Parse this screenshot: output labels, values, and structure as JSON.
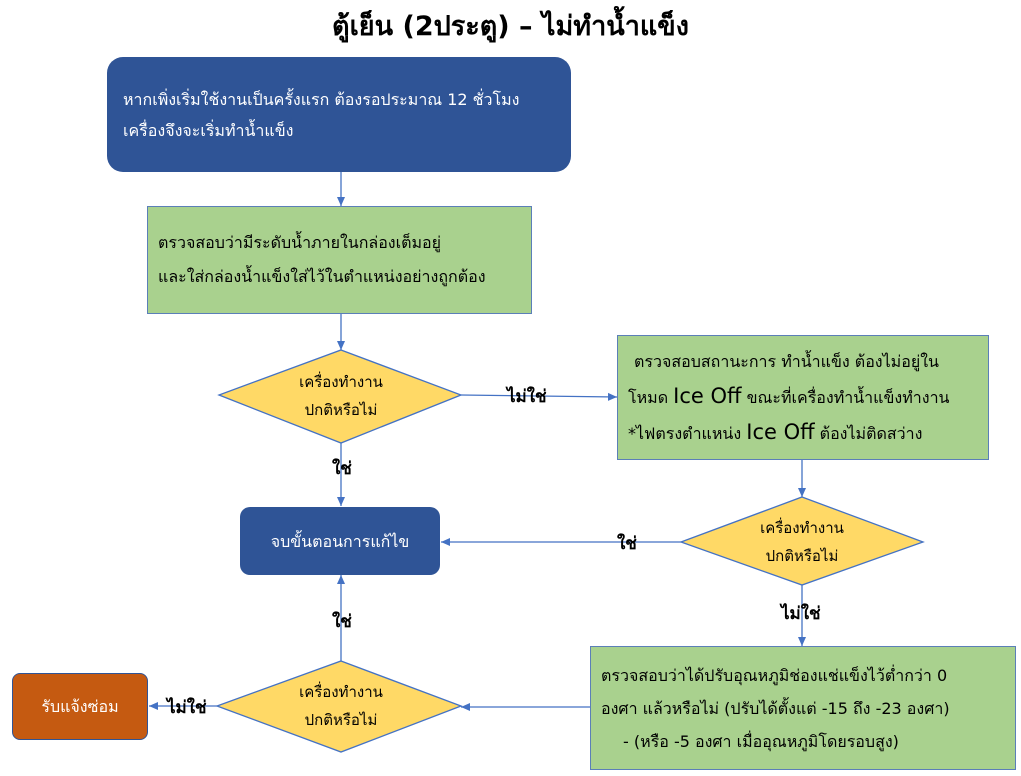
{
  "title": "ตู้เย็น (2ประตู) – ไม่ทำน้ำแข็ง",
  "step1": {
    "line1": "หากเพิ่งเริ่มใช้งานเป็นครั้งแรก ต้องรอประมาณ 12 ชั่วโมง",
    "line2": "เครื่องจึงจะเริ่มทำน้ำแข็ง"
  },
  "step2": {
    "line1": "ตรวจสอบว่ามีระดับน้ำภายในกล่องเต็มอยู่",
    "line2": "และใส่กล่องน้ำแข็งใส่ไว้ในตำแหน่งอย่างถูกต้อง"
  },
  "decision": {
    "line1": "เครื่องทำงาน",
    "line2": "ปกติหรือไม่"
  },
  "labels": {
    "yes": "ใช่",
    "no": "ไม่ใช่"
  },
  "step3": {
    "line1": "ตรวจสอบสถานะการ ทำน้ำแข็ง ต้องไม่อยู่ใน",
    "line2_pre": "โหมด ",
    "ice_off": "Ice Off",
    "line2_post": " ขณะที่เครื่องทำน้ำแข็งทำงาน",
    "line3_pre": "*ไฟตรงตำแหน่ง ",
    "line3_post": " ต้องไม่ติดสว่าง"
  },
  "end_box": "จบขั้นตอนการแก้ไข",
  "step4": {
    "line1": "ตรวจสอบว่าได้ปรับอุณหภูมิช่องแช่แข็งไว้ต่ำกว่า 0",
    "line2": "องศา แล้วหรือไม่ (ปรับได้ตั้งแต่ -15 ถึง -23 องศา)",
    "line3": "- (หรือ -5 องศา เมื่ออุณหภูมิโดยรอบสูง)"
  },
  "repair_box": "รับแจ้งซ่อม",
  "colors": {
    "blue_box": "#2F5496",
    "green_box": "#A9D18E",
    "decision_fill": "#FFD966",
    "orange_box": "#C55A11",
    "connector": "#4472C4"
  }
}
